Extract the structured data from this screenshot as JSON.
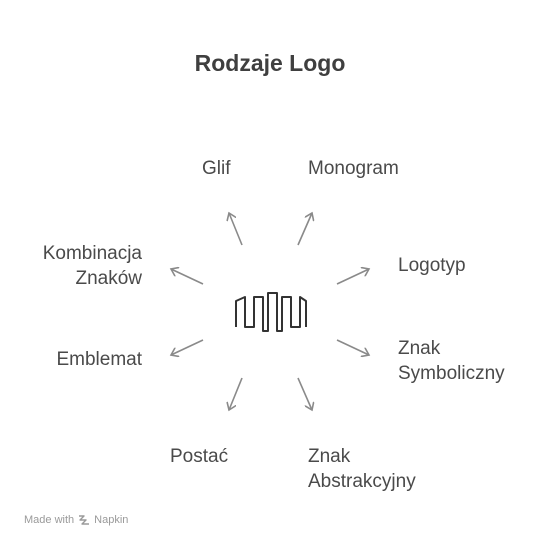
{
  "title": "Rodzaje Logo",
  "center": {
    "icon": "wave-logo-icon"
  },
  "items": {
    "glif": {
      "line1": "Glif"
    },
    "monogram": {
      "line1": "Monogram"
    },
    "logotyp": {
      "line1": "Logotyp"
    },
    "znak_symboliczny": {
      "line1": "Znak",
      "line2": "Symboliczny"
    },
    "znak_abstrakcyjny": {
      "line1": "Znak",
      "line2": "Abstrakcyjny"
    },
    "postac": {
      "line1": "Postać"
    },
    "emblemat": {
      "line1": "Emblemat"
    },
    "kombinacja_znakow": {
      "line1": "Kombinacja",
      "line2": "Znaków"
    }
  },
  "footer": {
    "made_with": "Made with",
    "brand": "Napkin",
    "brand_icon": "napkin-logo-icon"
  },
  "colors": {
    "arrow": "#8a8a8a",
    "text": "#4a4a4a",
    "icon": "#333333"
  }
}
